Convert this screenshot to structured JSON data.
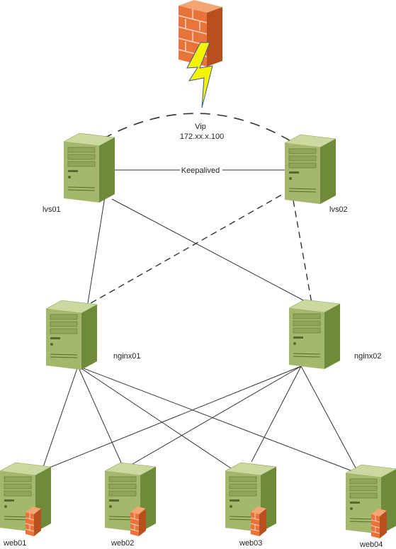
{
  "diagram": {
    "vip": {
      "title": "Vip",
      "address": "172.xx.x.100"
    },
    "link_label": "Keepalived",
    "nodes": {
      "lvs01": "lvs01",
      "lvs02": "lvs02",
      "nginx01": "nginx01",
      "nginx02": "nginx02",
      "web01": "web01",
      "web02": "web02",
      "web03": "web03",
      "web04": "web04"
    },
    "icons": {
      "firewall": "firewall-icon",
      "server": "server-icon",
      "server_with_firewall": "server-firewall-icon",
      "lightning": "lightning-icon"
    },
    "colors": {
      "server_front": "#a3b86c",
      "server_side": "#6f8a3a",
      "server_top": "#cbd9a0",
      "firewall": "#e8743b",
      "lightning": "#f4f400",
      "line": "#333333"
    }
  }
}
